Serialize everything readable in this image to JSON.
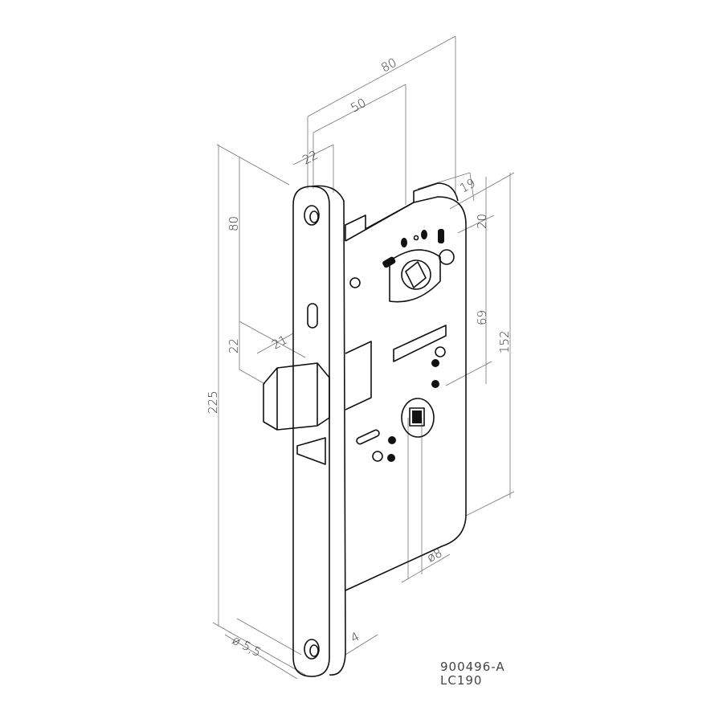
{
  "drawing": {
    "title_code": "900496-A",
    "model": "LC190",
    "dimensions": {
      "overall_depth": "80",
      "backset": "50",
      "faceplate_width": "22",
      "case_top_offset_x": "19",
      "case_top_offset_y": "20",
      "spindle_distance": "69",
      "case_height": "152",
      "top_to_latch": "80",
      "latch_height": "22",
      "latch_projection": "21",
      "faceplate_length": "225",
      "spindle_square": "ø8",
      "faceplate_thickness": "4",
      "screw_hole": "ø 5,5"
    }
  }
}
